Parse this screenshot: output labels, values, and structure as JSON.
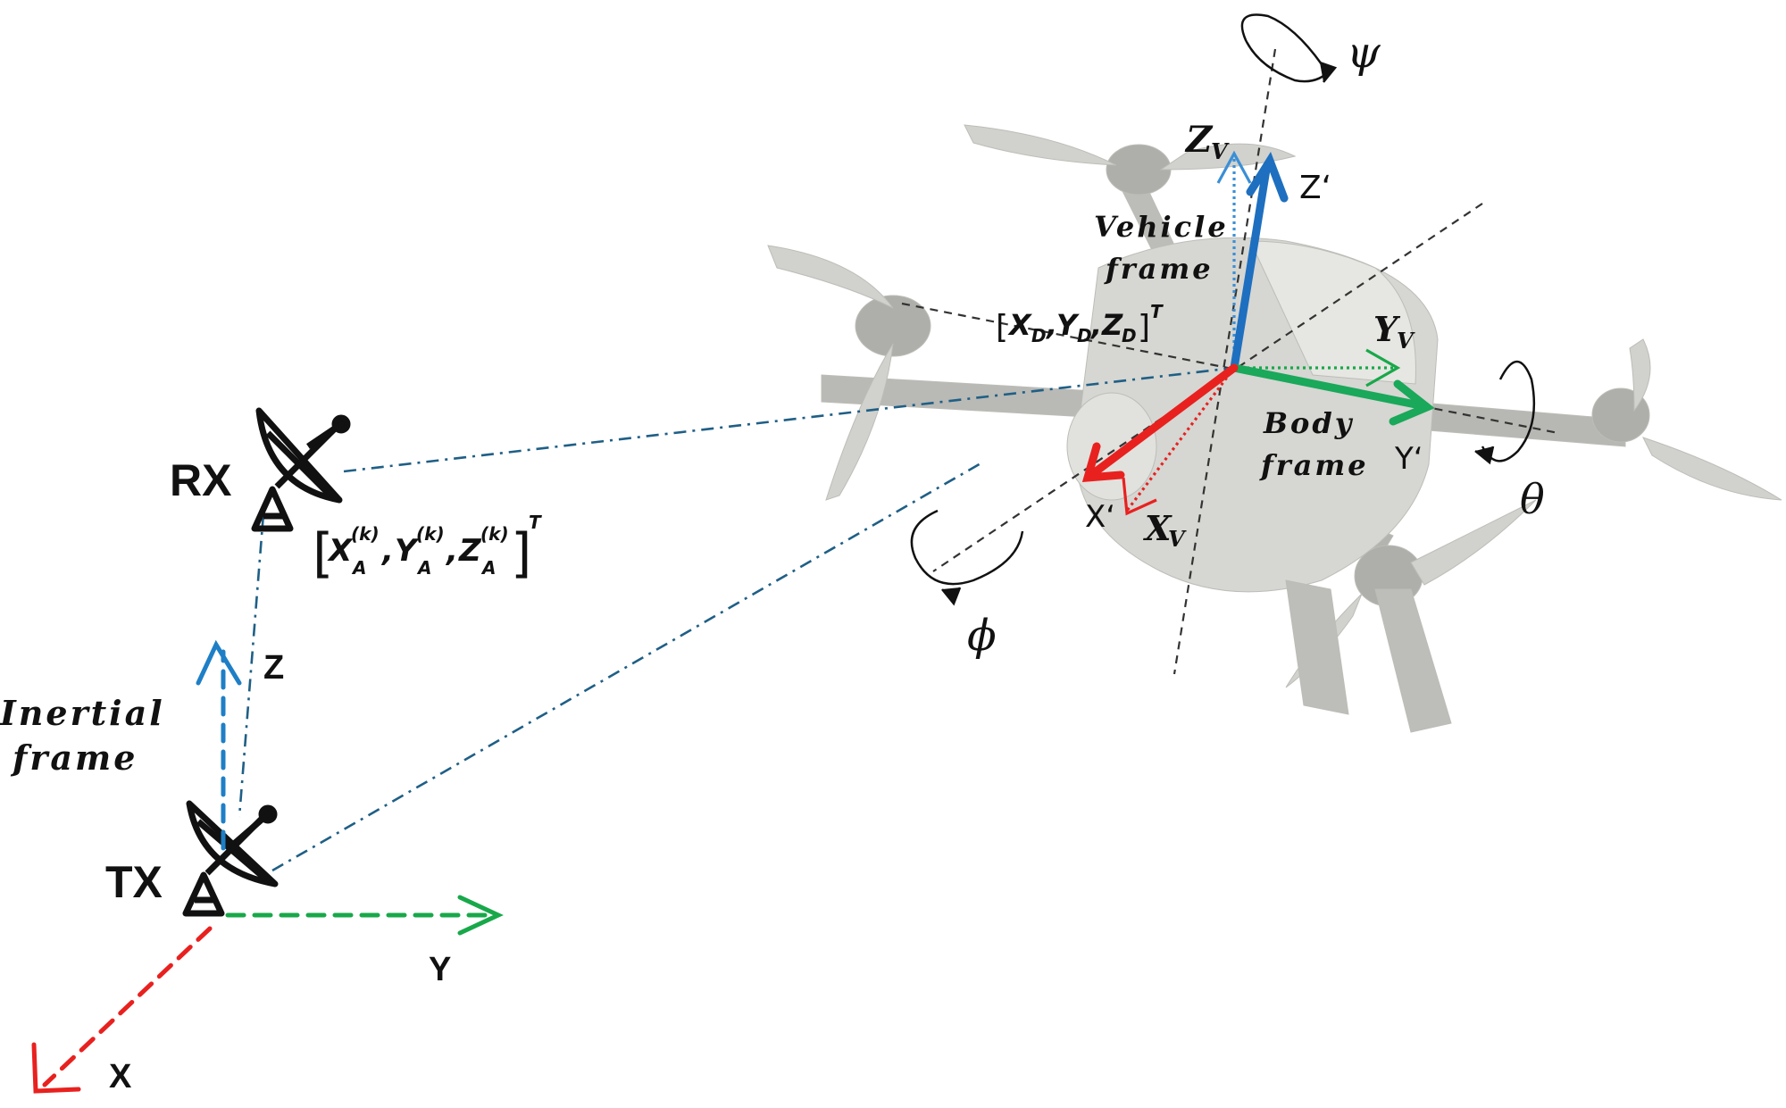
{
  "labels": {
    "rx": "RX",
    "tx": "TX",
    "inertial_line1": "Inertial",
    "inertial_line2": "frame",
    "vehicle_line1": "Vehicle",
    "vehicle_line2": "frame",
    "body_line1": "Body",
    "body_line2": "frame",
    "axis_z": "Z",
    "axis_y": "Y",
    "axis_x": "X",
    "zv_main": "Z",
    "zv_sub": "V",
    "yv_main": "Y",
    "yv_sub": "V",
    "xv_main": "X",
    "xv_sub": "V",
    "z_prime": "Z‘",
    "y_prime": "Y‘",
    "x_prime": "X‘",
    "psi": "ψ",
    "theta": "θ",
    "phi": "ϕ",
    "anchor_coord": "[X_A^(k), Y_A^(k), Z_A^(k)]^T",
    "drone_coord": "[X_D, Y_D, Z_D]^T"
  },
  "colors": {
    "link_line": "#1f5f86",
    "inertial_z": "#1e7fc6",
    "inertial_y": "#18a84a",
    "inertial_x": "#e8211f",
    "vehicle_z": "#3a8fd6",
    "body_z": "#1e6fbf",
    "body_y": "#1aa85a",
    "body_x": "#e8211f",
    "dashed_axis": "#333333",
    "drone_body": "#c9c9c5",
    "antenna": "#111111"
  }
}
